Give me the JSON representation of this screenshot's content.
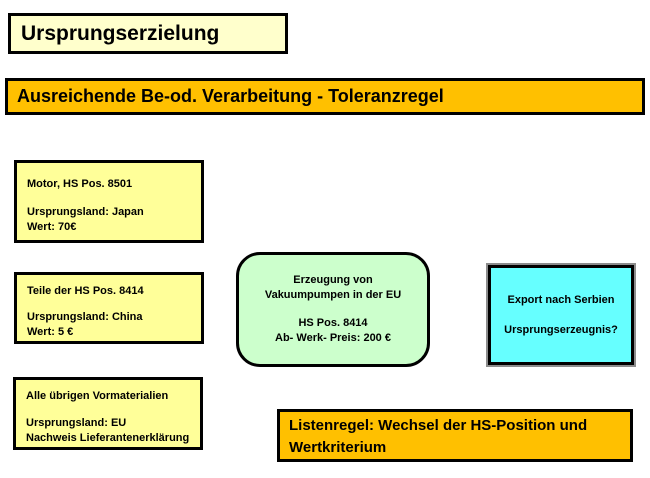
{
  "title": "Ursprungserzielung",
  "banner": "Ausreichende Be-od. Verarbeitung - Toleranzregel",
  "materials": [
    {
      "name": "Motor, HS Pos. 8501",
      "origin": "Ursprungsland: Japan",
      "value": "Wert: 70€"
    },
    {
      "name": "Teile der HS Pos. 8414",
      "origin": "Ursprungsland: China",
      "value": "Wert: 5 €"
    },
    {
      "name": "Alle übrigen Vormaterialien",
      "origin": "Ursprungsland: EU",
      "value": "Nachweis Lieferantenerklärung"
    }
  ],
  "process": {
    "line1": "Erzeugung von",
    "line2": "Vakuumpumpen in der EU",
    "line3": "HS Pos. 8414",
    "line4": "Ab- Werk- Preis: 200 €"
  },
  "export": {
    "line1": "Export nach Serbien",
    "line2": "Ursprungserzeugnis?"
  },
  "rule": {
    "line1": "Listenregel: Wechsel der HS-Position und",
    "line2": "Wertkriterium"
  },
  "colors": {
    "title_fill": "#FFFFCC",
    "material_fill": "#FFFF99",
    "banner_fill": "#FFC000",
    "process_fill": "#CCFFCC",
    "export_fill": "#66FFFF",
    "border": "#000000",
    "export_frame": "#8C8C8C"
  }
}
